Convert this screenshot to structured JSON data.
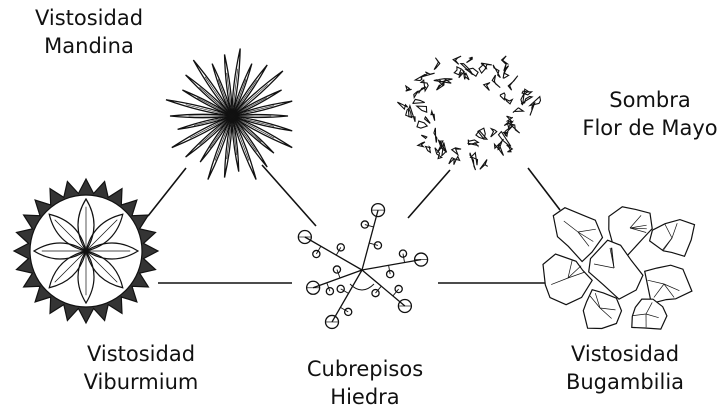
{
  "labels": {
    "mandina": {
      "line1": "Vistosidad",
      "line2": "Mandina"
    },
    "viburmium": {
      "line1": "Vistosidad",
      "line2": "Viburmium"
    },
    "hiedra": {
      "line1": "Cubrepisos",
      "line2": "Hiedra"
    },
    "flor_de_mayo": {
      "line1": "Sombra",
      "line2": "Flor de Mayo"
    },
    "bugambilia": {
      "line1": "Vistosidad",
      "line2": "Bugambilia"
    }
  },
  "colors": {
    "ink": "#111111",
    "paper": "#ffffff"
  },
  "icons": {
    "mandina": "spiky-star-plant-icon",
    "viburmium": "rosette-shrub-icon",
    "hiedra": "creeping-ivy-icon",
    "flor_de_mayo": "leafy-ring-tree-icon",
    "bugambilia": "angular-cluster-shrub-icon"
  }
}
